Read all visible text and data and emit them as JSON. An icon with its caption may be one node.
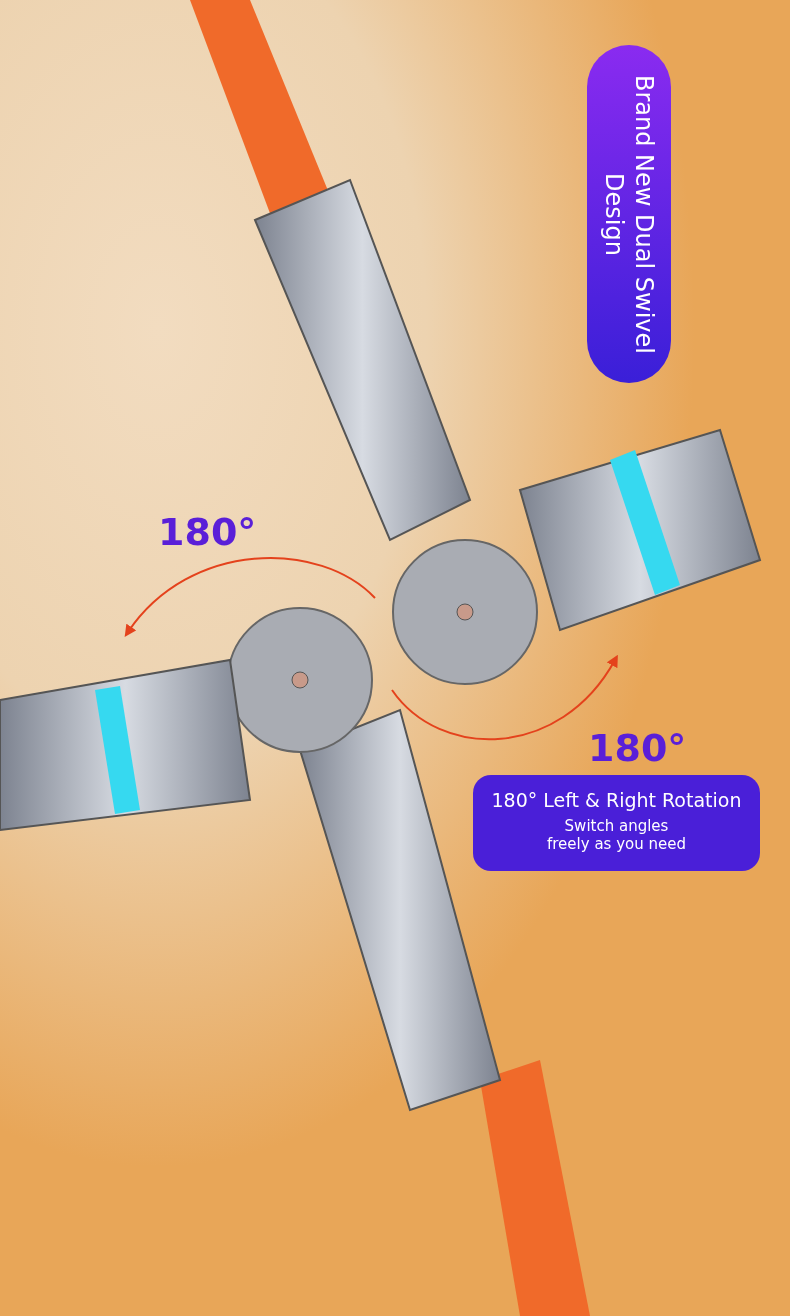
{
  "diagram": {
    "nodes": [
      {
        "text": [
          "Brand New Dual Swivel Design"
        ]
      },
      {
        "text": [
          "180° Left & Right Rotation",
          "Switch angles freely as you need"
        ]
      }
    ],
    "labels": [
      "180°",
      "180°"
    ]
  }
}
